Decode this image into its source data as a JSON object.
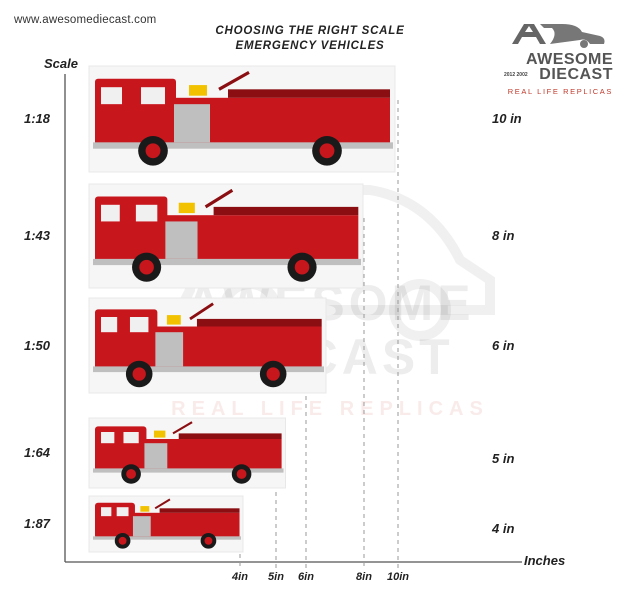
{
  "header": {
    "url": "www.awesomediecast.com",
    "title_line1": "CHOOSING THE RIGHT SCALE",
    "title_line2": "EMERGENCY VEHICLES"
  },
  "logo": {
    "brand_line1": "AWESOME",
    "brand_line2": "DIECAST",
    "tagline": "REAL LIFE REPLICAS",
    "years": "2012 2002"
  },
  "watermark": {
    "line1": "AWESOME",
    "line2": "DIECAST",
    "line3": "REAL LIFE REPLICAS"
  },
  "colors": {
    "truck_red": "#c8161d",
    "truck_dark": "#8a0e12",
    "chrome": "#bfbfbf",
    "axis": "#555555",
    "guide": "#999999",
    "logo_grey": "#555555",
    "logo_red": "#c0392b"
  },
  "chart_data": {
    "type": "bar",
    "orientation": "horizontal",
    "ylabel": "Scale",
    "xlabel": "Inches",
    "categories": [
      "1:18",
      "1:43",
      "1:50",
      "1:64",
      "1:87"
    ],
    "values": [
      10,
      8,
      6,
      5,
      4
    ],
    "value_labels": [
      "10 in",
      "8 in",
      "6 in",
      "5 in",
      "4 in"
    ],
    "x_ticks": [
      4,
      5,
      6,
      8,
      10
    ],
    "x_tick_labels": [
      "4in",
      "5in",
      "6in",
      "8in",
      "10in"
    ],
    "grid": false
  }
}
